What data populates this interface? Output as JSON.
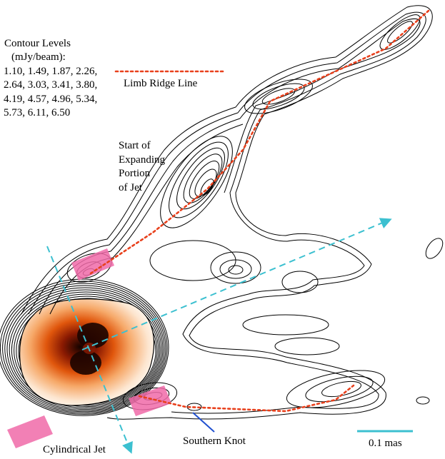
{
  "legend": {
    "title": "Contour Levels",
    "unit": "(mJy/beam):",
    "levels": [
      "1.10",
      "1.49",
      "1.87",
      "2.26",
      "2.64",
      "3.03",
      "3.41",
      "3.80",
      "4.19",
      "4.57",
      "4.96",
      "5.34",
      "5.73",
      "6.11",
      "6.50"
    ],
    "levels_text": "1.10, 1.49, 1.87, 2.26, 2.64, 3.03, 3.41, 3.80, 4.19, 4.57, 4.96, 5.34, 5.73, 6.11, 6.50"
  },
  "labels": {
    "ridge": "Limb Ridge Line",
    "expanding_1": "Start of",
    "expanding_2": "Expanding",
    "expanding_3": "Portion",
    "expanding_4": "of Jet",
    "southern_knot": "Southern Knot",
    "cylindrical_jet": "Cylindrical Jet",
    "scale": "0.1 mas"
  },
  "colors": {
    "contour": "#000000",
    "ridge_line": "#e8401c",
    "axis_dashed": "#3cc0d0",
    "highlight": "#f06aa8",
    "scale_bar": "#3cc0d0",
    "knot_pointer": "#2050d0",
    "core_hot": "#1a0500",
    "core_mid": "#e0500a",
    "core_outer": "#fff4e8"
  }
}
